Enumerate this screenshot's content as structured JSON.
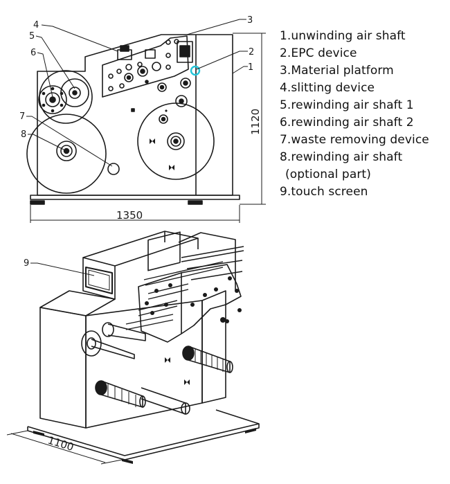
{
  "diagram": {
    "legend": [
      "1.unwinding air shaft",
      "2.EPC device",
      "3.Material platform",
      "4.slitting device",
      "5.rewinding air shaft 1",
      "6.rewinding air shaft 2",
      "7.waste removing device",
      "8.rewinding air shaft",
      "(optional part)",
      "9.touch screen"
    ],
    "callouts": {
      "c1": "1",
      "c2": "2",
      "c3": "3",
      "c4": "4",
      "c5": "5",
      "c6": "6",
      "c7": "7",
      "c8": "8",
      "c9": "9"
    },
    "dimensions": {
      "width_front": "1350",
      "height_front": "1120",
      "depth_iso": "1100"
    },
    "colors": {
      "line": "#1a1a1a",
      "highlight": "#22c4d8"
    }
  }
}
